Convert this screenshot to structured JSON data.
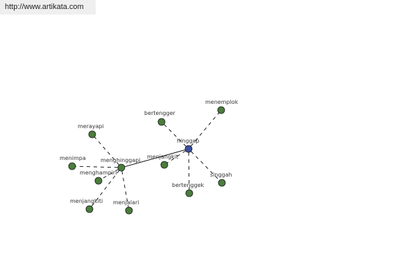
{
  "header": {
    "url": "http://www.artikata.com"
  },
  "graph": {
    "colors": {
      "hub_center": "#3b4fa0",
      "related": "#4a7d3b",
      "edge": "#000000"
    },
    "hubs": [
      {
        "id": "hinggap",
        "label": "hinggap"
      },
      {
        "id": "menghinggapi",
        "label": "menghinggapi"
      }
    ],
    "nodes": [
      {
        "id": "menemplok",
        "label": "menemplok",
        "hub": "hinggap"
      },
      {
        "id": "bertengger",
        "label": "bertengger",
        "hub": "hinggap"
      },
      {
        "id": "menjangkit",
        "label": "menjangkit",
        "hub": "hinggap"
      },
      {
        "id": "bertenggek",
        "label": "bertenggek",
        "hub": "hinggap"
      },
      {
        "id": "singgah",
        "label": "singgah",
        "hub": "hinggap"
      },
      {
        "id": "merayapi",
        "label": "merayapi",
        "hub": "menghinggapi"
      },
      {
        "id": "menimpa",
        "label": "menimpa",
        "hub": "menghinggapi"
      },
      {
        "id": "menghampiri",
        "label": "menghampiri",
        "hub": "menghinggapi"
      },
      {
        "id": "menjangkiti",
        "label": "menjangkiti",
        "hub": "menghinggapi"
      },
      {
        "id": "menjalari",
        "label": "menjalari",
        "hub": "menghinggapi"
      }
    ],
    "links": [
      {
        "from": "hinggap",
        "to": "menghinggapi",
        "style": "solid"
      }
    ]
  }
}
